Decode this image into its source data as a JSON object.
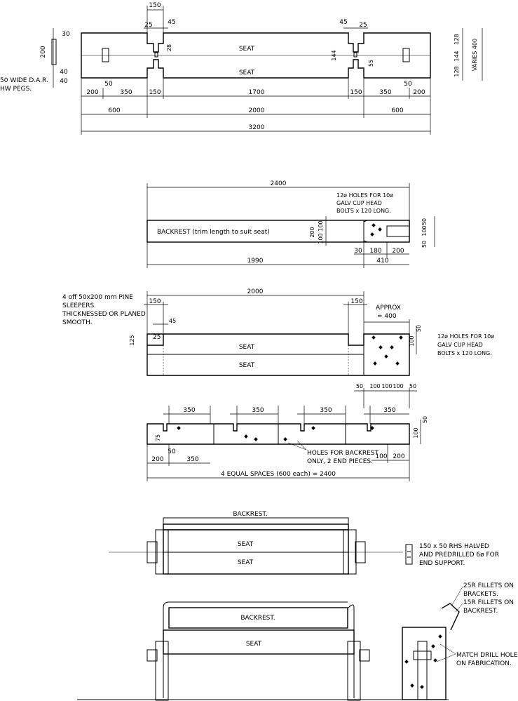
{
  "plan": {
    "seat_top": "SEAT",
    "seat_bottom": "SEAT",
    "dims_top": [
      "150",
      "25",
      "45",
      "45",
      "25"
    ],
    "dim_28": "28",
    "dim_144": "144",
    "dim_55": "55",
    "left_side": [
      "30",
      "200",
      "40",
      "40"
    ],
    "peg_note": [
      "50 WIDE D.A.R.",
      "HW PEGS."
    ],
    "right_side": [
      "128",
      "144",
      "128",
      "VARIES 400"
    ],
    "row1": [
      "200",
      "350",
      "150",
      "1700",
      "150",
      "350",
      "200"
    ],
    "row1_50": [
      "50",
      "50"
    ],
    "row2": [
      "600",
      "2000",
      "600"
    ],
    "row3": "3200"
  },
  "backrest": {
    "overall": "2400",
    "holes_note": [
      "12ø HOLES FOR 10ø",
      "GALV CUP HEAD",
      "BOLTS x 120 LONG."
    ],
    "label": "BACKREST (trim length to suit seat)",
    "dims_vert": [
      "200",
      "100",
      "100"
    ],
    "dims_right": [
      "50",
      "100",
      "50"
    ],
    "dims_bottom": [
      "30",
      "180",
      "200"
    ],
    "dim_410": "410",
    "dim_1990": "1990"
  },
  "sleeper": {
    "note": [
      "4 off 50x200 mm PINE",
      "SLEEPERS.",
      "THICKNESSED OR PLANED",
      "SMOOTH."
    ],
    "overall": "2000",
    "dim_150_l": "150",
    "dim_150_r": "150",
    "approx": [
      "APPROX",
      "= 400"
    ],
    "dim_45": "45",
    "dim_25": "25",
    "dim_125": "125",
    "seat_top": "SEAT",
    "seat_bottom": "SEAT",
    "dim_100": "100",
    "dim_50": "50",
    "holes_note": [
      "12ø HOLES FOR 10ø",
      "GALV CUP HEAD",
      "BOLTS x 120 LONG."
    ]
  },
  "strip": {
    "top_right": [
      "50",
      "100",
      "100",
      "100",
      "50"
    ],
    "spacing": [
      "350",
      "350",
      "350",
      "350"
    ],
    "dim_75": "75",
    "dim_100": "100",
    "dim_50": "50",
    "note": [
      "HOLES FOR BACKREST",
      "ONLY, 2 END PIECES."
    ],
    "bottom_left": [
      "50",
      "200",
      "350"
    ],
    "bottom_right": [
      "100",
      "200"
    ],
    "equal": "4 EQUAL SPACES (600 each) = 2400"
  },
  "assembly_plan": {
    "backrest": "BACKREST.",
    "seat_top": "SEAT",
    "seat_bottom": "SEAT",
    "rhs_note": [
      "150 x 50 RHS HALVED",
      "AND PREDRILLED 6ø FOR",
      "END SUPPORT."
    ]
  },
  "elevation": {
    "backrest": "BACKREST.",
    "seat": "SEAT",
    "fillet_note": [
      "25R FILLETS ON",
      "BRACKETS.",
      "15R FILLETS ON",
      "BACKREST."
    ],
    "match_note": [
      "MATCH DRILL HOLES",
      "ON FABRICATION."
    ]
  }
}
